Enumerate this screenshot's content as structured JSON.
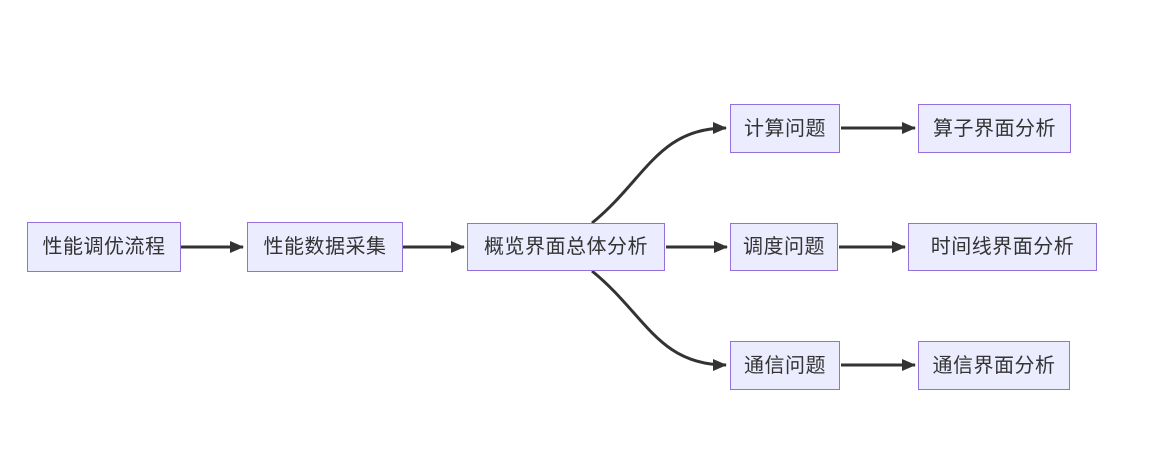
{
  "diagram": {
    "type": "flowchart",
    "direction": "left-to-right",
    "background_color": "#ffffff",
    "colors": {
      "node_fill": "#ECECFF",
      "node_border": "#9370DB",
      "edge_stroke": "#333333",
      "text": "#333333"
    },
    "nodes": [
      {
        "id": "start",
        "label": "性能调优流程"
      },
      {
        "id": "data-collection",
        "label": "性能数据采集"
      },
      {
        "id": "overview-analysis",
        "label": "概览界面总体分析"
      },
      {
        "id": "compute-issue",
        "label": "计算问题"
      },
      {
        "id": "operator-analysis",
        "label": "算子界面分析"
      },
      {
        "id": "schedule-issue",
        "label": "调度问题"
      },
      {
        "id": "timeline-analysis",
        "label": "时间线界面分析"
      },
      {
        "id": "comm-issue",
        "label": "通信问题"
      },
      {
        "id": "comm-analysis",
        "label": "通信界面分析"
      }
    ],
    "edges": [
      {
        "from": "性能调优流程",
        "to": "性能数据采集"
      },
      {
        "from": "性能数据采集",
        "to": "概览界面总体分析"
      },
      {
        "from": "概览界面总体分析",
        "to": "计算问题"
      },
      {
        "from": "概览界面总体分析",
        "to": "调度问题"
      },
      {
        "from": "概览界面总体分析",
        "to": "通信问题"
      },
      {
        "from": "计算问题",
        "to": "算子界面分析"
      },
      {
        "from": "调度问题",
        "to": "时间线界面分析"
      },
      {
        "from": "通信问题",
        "to": "通信界面分析"
      }
    ]
  }
}
